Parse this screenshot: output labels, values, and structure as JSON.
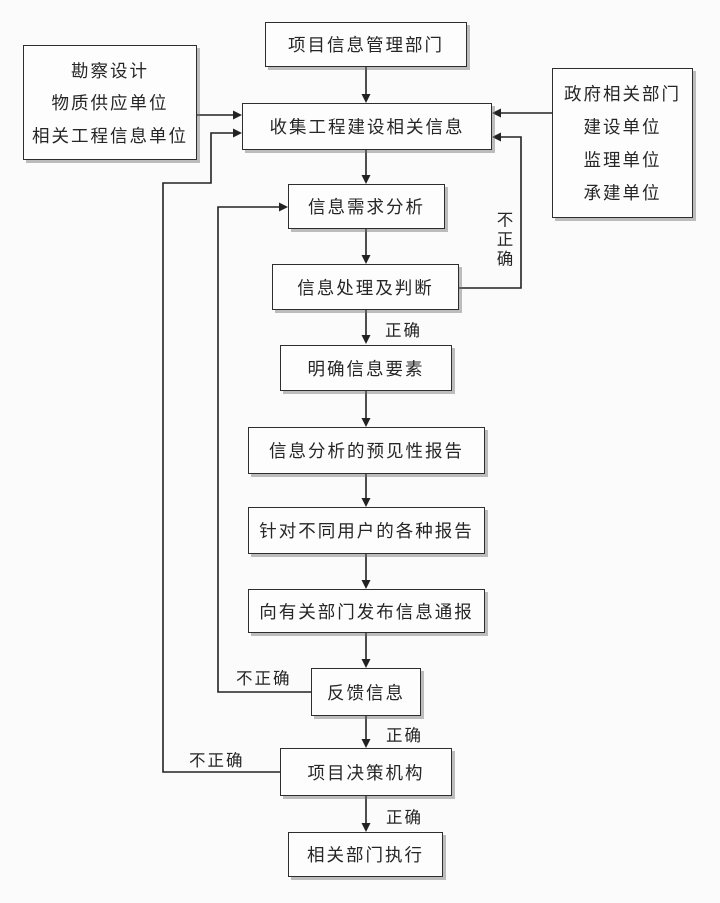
{
  "diagram": {
    "type": "flowchart",
    "colors": {
      "background": "#fbfbfb",
      "box_fill": "#fdfdfd",
      "box_border": "#2e2e2e",
      "box_shadow": "#6e6e6e",
      "line": "#222222",
      "text": "#262626"
    },
    "nodes": {
      "top_dept": {
        "label": "项目信息管理部门"
      },
      "left_sources": {
        "lines": [
          "勘察设计",
          "物质供应单位",
          "相关工程信息单位"
        ]
      },
      "right_sources": {
        "lines": [
          "政府相关部门",
          "建设单位",
          "监理单位",
          "承建单位"
        ]
      },
      "collect": {
        "label": "收集工程建设相关信息"
      },
      "demand_analysis": {
        "label": "信息需求分析"
      },
      "process_judge": {
        "label": "信息处理及判断"
      },
      "clarify_elements": {
        "label": "明确信息要素"
      },
      "predictive_report": {
        "label": "信息分析的预见性报告"
      },
      "user_reports": {
        "label": "针对不同用户的各种报告"
      },
      "notify_depts": {
        "label": "向有关部门发布信息通报"
      },
      "feedback": {
        "label": "反馈信息"
      },
      "decision_org": {
        "label": "项目决策机构"
      },
      "execute": {
        "label": "相关部门执行"
      }
    },
    "edge_labels": {
      "correct_after_judge": "正确",
      "correct_after_feedback": "正确",
      "correct_after_decision": "正确",
      "incorrect_judge_to_collect": "不正确",
      "incorrect_feedback_to_demand": "不正确",
      "incorrect_decision_to_collect": "不正确"
    },
    "edges": [
      {
        "from": "top_dept",
        "to": "collect",
        "label": ""
      },
      {
        "from": "left_sources",
        "to": "collect",
        "label": ""
      },
      {
        "from": "right_sources",
        "to": "collect",
        "label": ""
      },
      {
        "from": "collect",
        "to": "demand_analysis",
        "label": ""
      },
      {
        "from": "demand_analysis",
        "to": "process_judge",
        "label": ""
      },
      {
        "from": "process_judge",
        "to": "clarify_elements",
        "label": "正确"
      },
      {
        "from": "process_judge",
        "to": "collect",
        "label": "不正确"
      },
      {
        "from": "clarify_elements",
        "to": "predictive_report",
        "label": ""
      },
      {
        "from": "predictive_report",
        "to": "user_reports",
        "label": ""
      },
      {
        "from": "user_reports",
        "to": "notify_depts",
        "label": ""
      },
      {
        "from": "notify_depts",
        "to": "feedback",
        "label": ""
      },
      {
        "from": "feedback",
        "to": "decision_org",
        "label": "正确"
      },
      {
        "from": "feedback",
        "to": "demand_analysis",
        "label": "不正确"
      },
      {
        "from": "decision_org",
        "to": "execute",
        "label": "正确"
      },
      {
        "from": "decision_org",
        "to": "collect",
        "label": "不正确"
      }
    ]
  }
}
